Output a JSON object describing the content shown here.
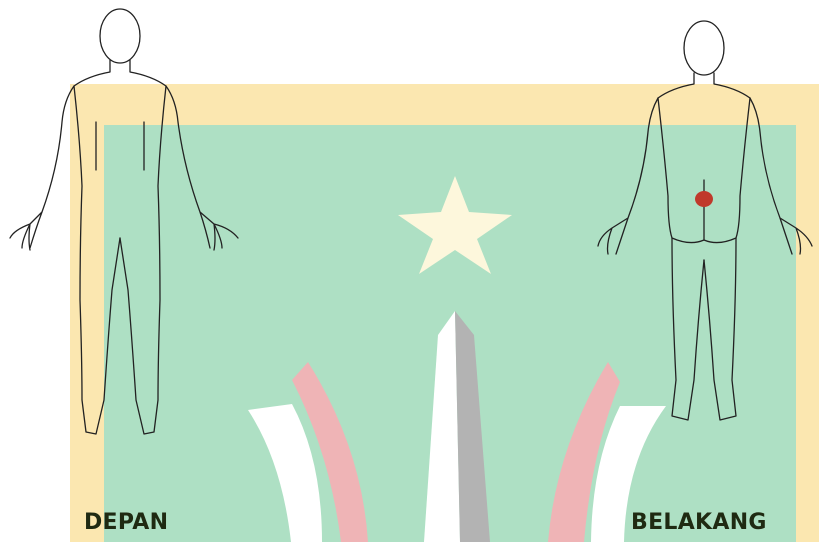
{
  "labels": {
    "front": "DEPAN",
    "back": "BELAKANG"
  },
  "colors": {
    "page_background": "#ffffff",
    "outer_frame": "#fbe7b0",
    "inner_field": "#aee0c4",
    "star": "#fdf7dc",
    "monument_light": "#ffffff",
    "monument_shadow": "#b3b3b3",
    "arc_pink": "#efb4b6",
    "arc_white": "#ffffff",
    "body_outline": "#222222",
    "pain_marker": "#c0392b"
  },
  "marker": {
    "view": "back",
    "region": "lower-back"
  }
}
